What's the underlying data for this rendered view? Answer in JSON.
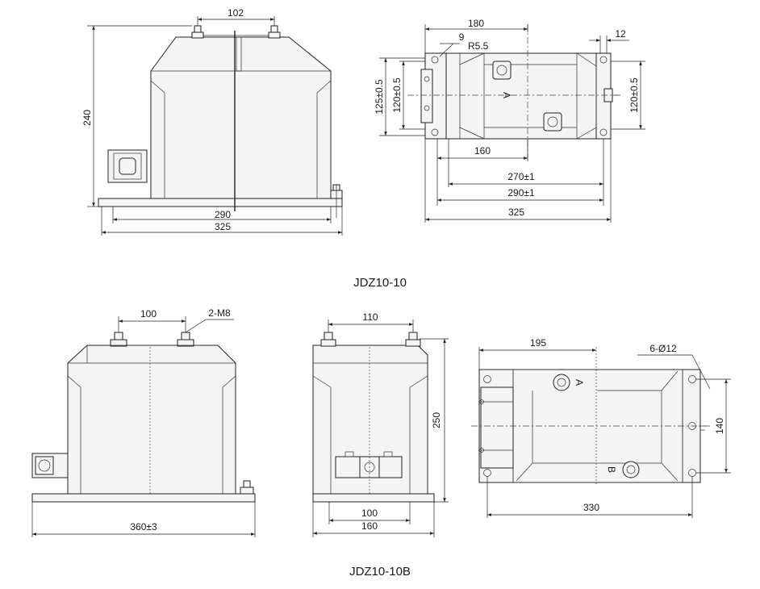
{
  "models": [
    {
      "title": "JDZ10-10",
      "dims": {
        "front_top": "102",
        "front_height": "240",
        "front_base_inner": "290",
        "front_base_outer": "325",
        "plan_top": "180",
        "plan_slot": "9",
        "plan_radius": "R5.5",
        "plan_hole": "12",
        "plan_left_outer": "125±0.5",
        "plan_left_inner": "120±0.5",
        "plan_right": "120±0.5",
        "plan_160": "160",
        "plan_270": "270±1",
        "plan_290": "290±1",
        "plan_325": "325",
        "plan_mark": "A"
      }
    },
    {
      "title": "JDZ10-10B",
      "dims": {
        "front_top": "100",
        "front_thread": "2-M8",
        "front_base": "360±3",
        "side_top": "110",
        "side_height": "250",
        "side_base_inner": "100",
        "side_base_outer": "160",
        "plan_top": "195",
        "plan_holes": "6-Ø12",
        "plan_height": "140",
        "plan_bottom": "330",
        "plan_mark_a": "A",
        "plan_mark_b": "B"
      }
    }
  ]
}
